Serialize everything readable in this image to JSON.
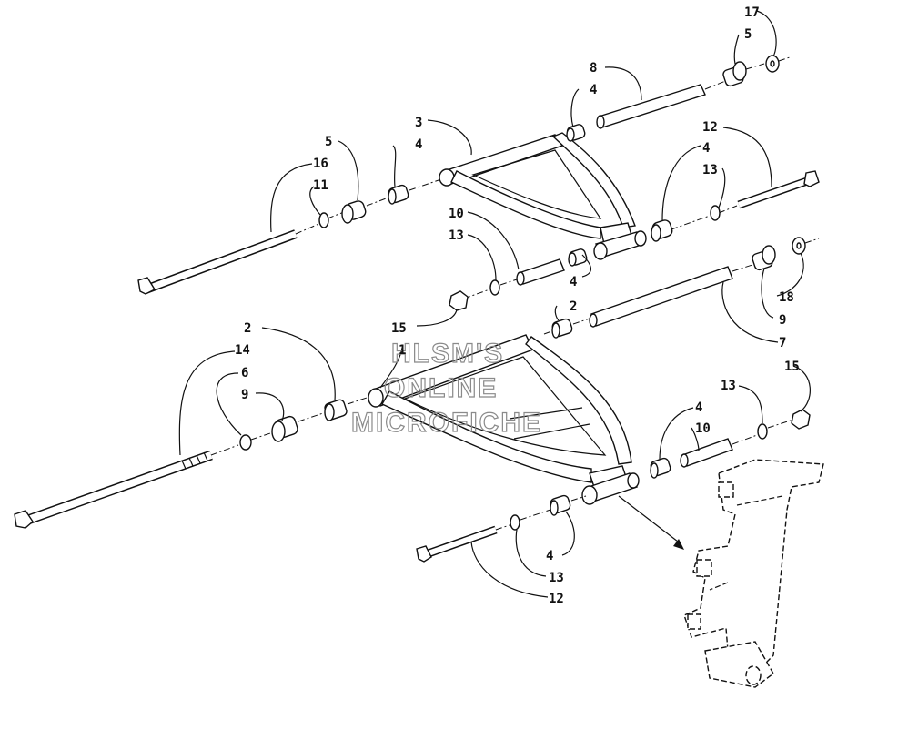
{
  "watermark": {
    "line1": "HLSM'S",
    "line2": "ONLINE",
    "line3": "MICROFICHE"
  },
  "callouts": {
    "c17": "17",
    "c5a": "5",
    "c8": "8",
    "c4a": "4",
    "c3": "3",
    "c5b": "5",
    "c4b": "4",
    "c16": "16",
    "c11": "11",
    "c12a": "12",
    "c4c": "4",
    "c13a": "13",
    "c10a": "10",
    "c13b": "13",
    "c4d": "4",
    "c15a": "15",
    "c2a": "2",
    "c18": "18",
    "c9a": "9",
    "c7": "7",
    "c2b": "2",
    "c1": "1",
    "c14": "14",
    "c6": "6",
    "c9b": "9",
    "c13c": "13",
    "c15b": "15",
    "c4e": "4",
    "c10b": "10",
    "c4f": "4",
    "c13d": "13",
    "c12b": "12"
  }
}
